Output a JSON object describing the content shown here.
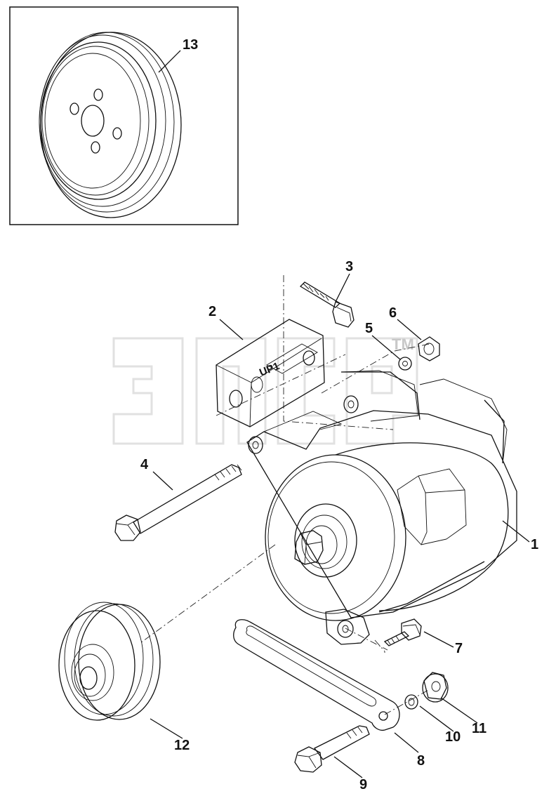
{
  "diagram": {
    "inset_part": {
      "callout": "13"
    },
    "callouts": {
      "alternator": "1",
      "bracket": "2",
      "upper_bolt": "3",
      "long_bolt": "4",
      "washer_upper": "5",
      "nut_upper": "6",
      "lower_bolt": "7",
      "adjusting_strap": "8",
      "strap_bolt": "9",
      "washer_lower": "10",
      "nut_lower": "11",
      "pulley": "12"
    },
    "bracket_stamp": "UP1",
    "watermark": {
      "tm": "TM"
    }
  }
}
